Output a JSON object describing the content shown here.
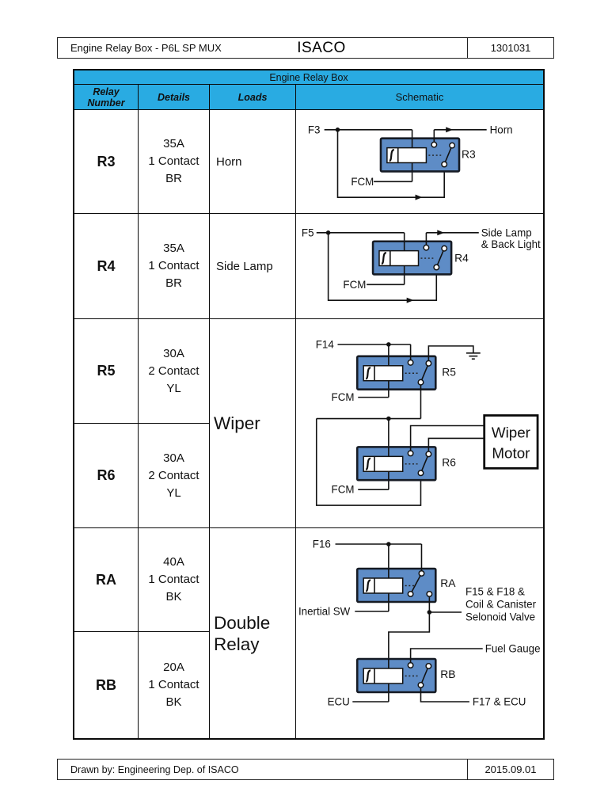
{
  "header": {
    "title": "Engine Relay Box - P6L SP MUX",
    "company": "ISACO",
    "doc_number": "1301031"
  },
  "footer": {
    "drawn_by": "Drawn by: Engineering Dep. of ISACO",
    "date": "2015.09.01"
  },
  "table": {
    "title": "Engine Relay Box",
    "col_relay": "Relay Number",
    "col_details": "Details",
    "col_loads": "Loads",
    "col_schematic": "Schematic",
    "rows": {
      "r3": {
        "number": "R3",
        "amp": "35A",
        "contact": "1 Contact",
        "wire": "BR",
        "load": "Horn"
      },
      "r4": {
        "number": "R4",
        "amp": "35A",
        "contact": "1 Contact",
        "wire": "BR",
        "load": "Side Lamp"
      },
      "r5": {
        "number": "R5",
        "amp": "30A",
        "contact": "2 Contact",
        "wire": "YL"
      },
      "r6": {
        "number": "R6",
        "amp": "30A",
        "contact": "2 Contact",
        "wire": "YL"
      },
      "ra": {
        "number": "RA",
        "amp": "40A",
        "contact": "1 Contact",
        "wire": "BK"
      },
      "rb": {
        "number": "RB",
        "amp": "20A",
        "contact": "1 Contact",
        "wire": "BK"
      },
      "wiper_load": "Wiper",
      "double_load": "Double Relay"
    }
  },
  "schematics": {
    "r3": {
      "fuse": "F3",
      "fcm": "FCM",
      "tag": "R3",
      "load": "Horn"
    },
    "r4": {
      "fuse": "F5",
      "fcm": "FCM",
      "tag": "R4",
      "load1": "Side Lamp",
      "load2": "& Back Light"
    },
    "r5": {
      "fuse": "F14",
      "fcm": "FCM",
      "tag": "R5"
    },
    "r6": {
      "fcm": "FCM",
      "tag": "R6",
      "motor1": "Wiper",
      "motor2": "Motor"
    },
    "ra": {
      "fuse": "F16",
      "switch_label": "Inertial SW",
      "tag": "RA",
      "load1": "F15 & F18 &",
      "load2": "Coil & Canister",
      "load3": "Selonoid Valve"
    },
    "rb": {
      "ecu": "ECU",
      "tag": "RB",
      "load_top": "Fuel Gauge",
      "load_bottom": "F17 & ECU"
    }
  },
  "colors": {
    "table_header_bg": "#29ABE2",
    "relay_fill": "#5E8CC6",
    "relay_border": "#161B24",
    "line": "#111111"
  }
}
